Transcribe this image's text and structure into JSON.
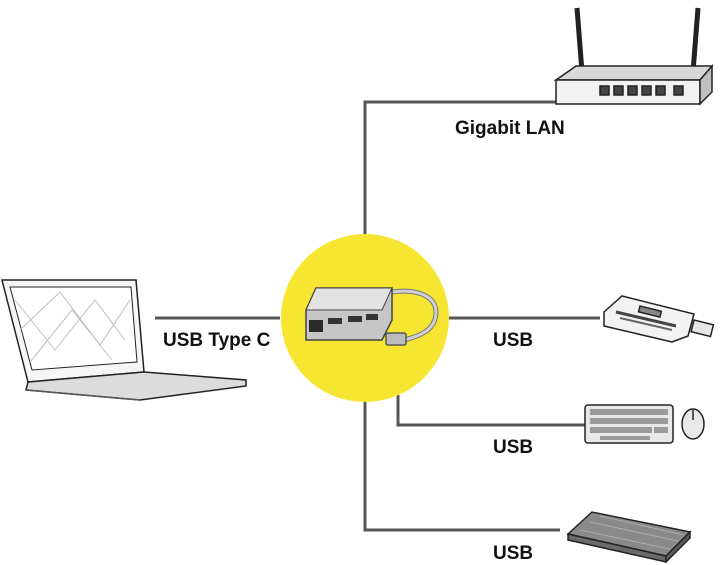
{
  "colors": {
    "hub_circle": "#f7e631",
    "connector_line": "#555555",
    "device_outline": "#222222"
  },
  "icons": {
    "center": "usb-c-hub-icon",
    "top": "router-icon",
    "left": "laptop-icon",
    "right_1": "card-reader-icon",
    "right_2": "keyboard-mouse-icon",
    "right_3": "external-drive-icon"
  },
  "labels": {
    "lan": "Gigabit LAN",
    "usb_c": "USB Type C",
    "usb_1": "USB",
    "usb_2": "USB",
    "usb_3": "USB"
  }
}
